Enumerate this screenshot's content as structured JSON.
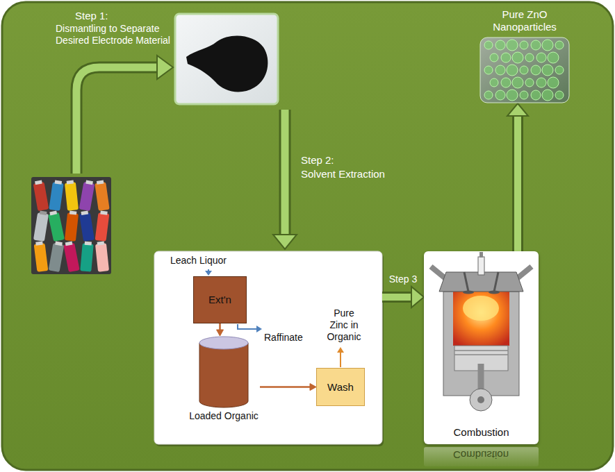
{
  "diagram": {
    "nodes": [
      {
        "text": [
          "Leach Liquor"
        ]
      },
      {
        "text": [
          "Ext'n"
        ],
        "in": 0
      },
      {
        "text": [
          "Loaded Organic"
        ],
        "in": 0
      },
      {
        "text": [
          "Wash"
        ],
        "in": 0
      },
      {
        "text": [
          "Combustion"
        ]
      },
      {
        "text": [
          "Pure ZnO Nanoparticles"
        ]
      }
    ],
    "edges": [
      {
        "from": 1,
        "to": 2,
        "arrow": "to"
      },
      {
        "from": 2,
        "to": 3,
        "arrow": "to"
      },
      {
        "from": 0,
        "to": 4,
        "label": "Step 3",
        "arrow": "to"
      },
      {
        "from": 4,
        "to": 5,
        "arrow": "to"
      }
    ],
    "labels": [
      "Step 1:",
      "Dismantling to Separate Desired Electrode Material",
      "Step 2:",
      "Solvent Extraction",
      "Raffinate",
      "Pure Zinc in Organic",
      "Combustion"
    ]
  }
}
